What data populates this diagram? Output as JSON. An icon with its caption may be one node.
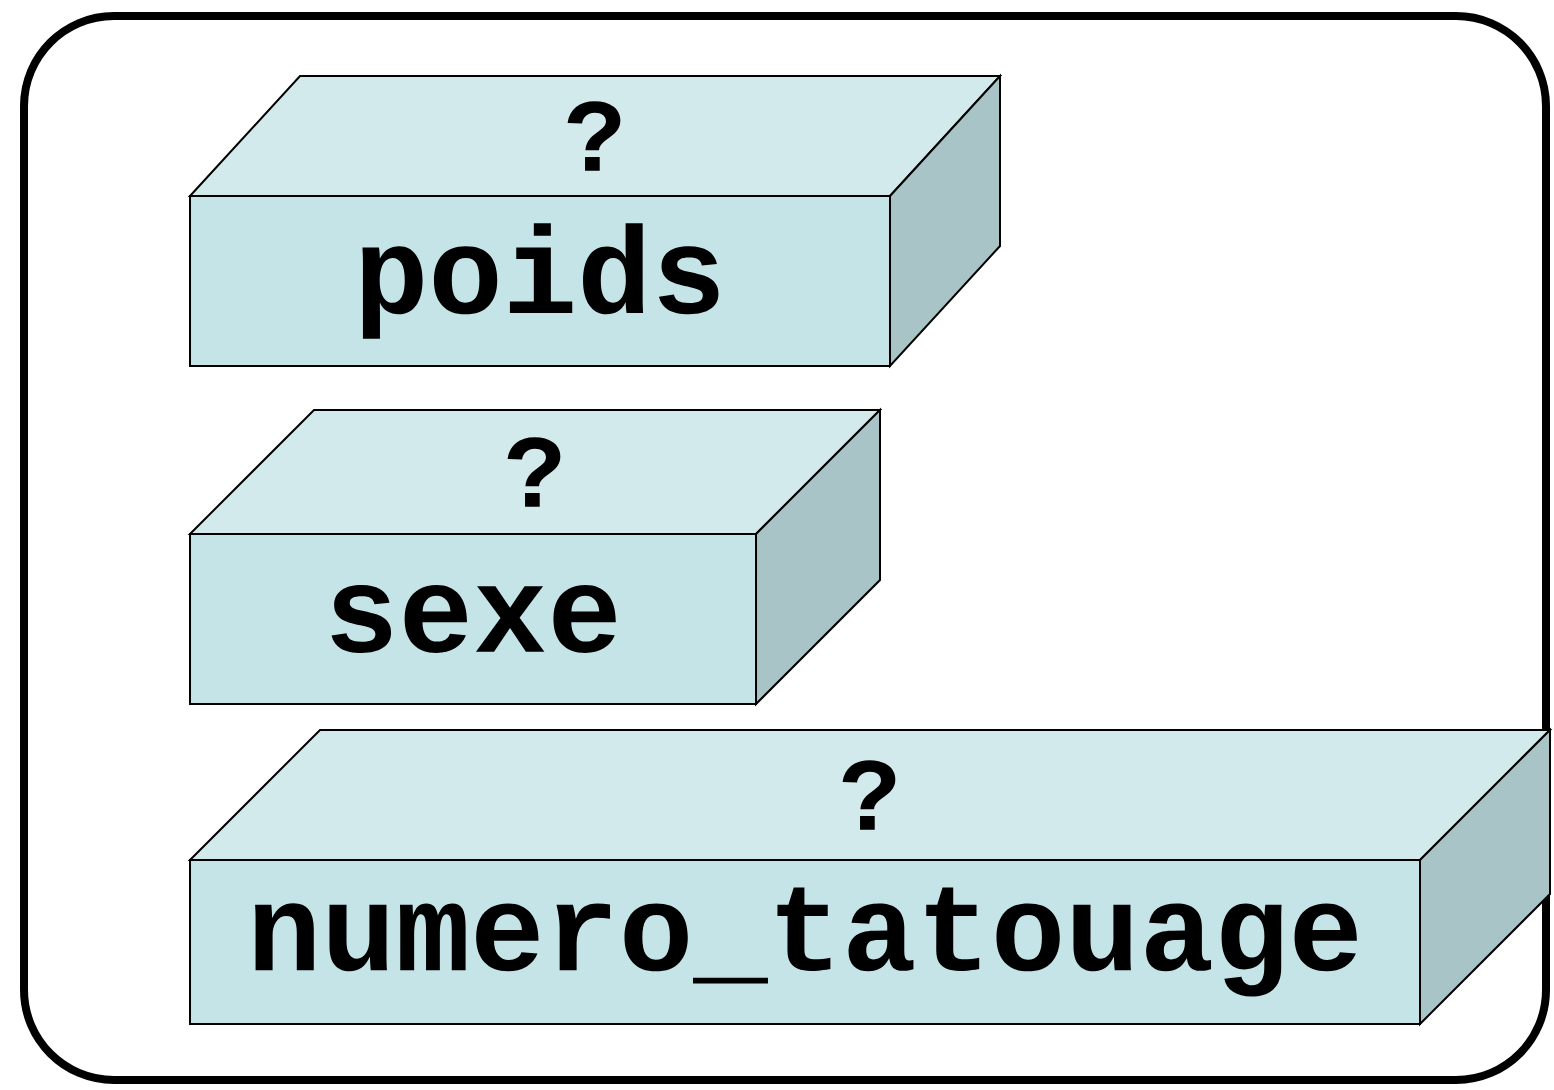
{
  "diagram": {
    "nodes": [
      {
        "text": [],
        "shape": "box"
      },
      {
        "text": [
          "?",
          "poids"
        ],
        "in": 0
      },
      {
        "text": [
          "?",
          "sexe"
        ],
        "in": 0
      },
      {
        "text": [
          "?",
          "numero_tatouage"
        ],
        "in": 0
      }
    ]
  }
}
